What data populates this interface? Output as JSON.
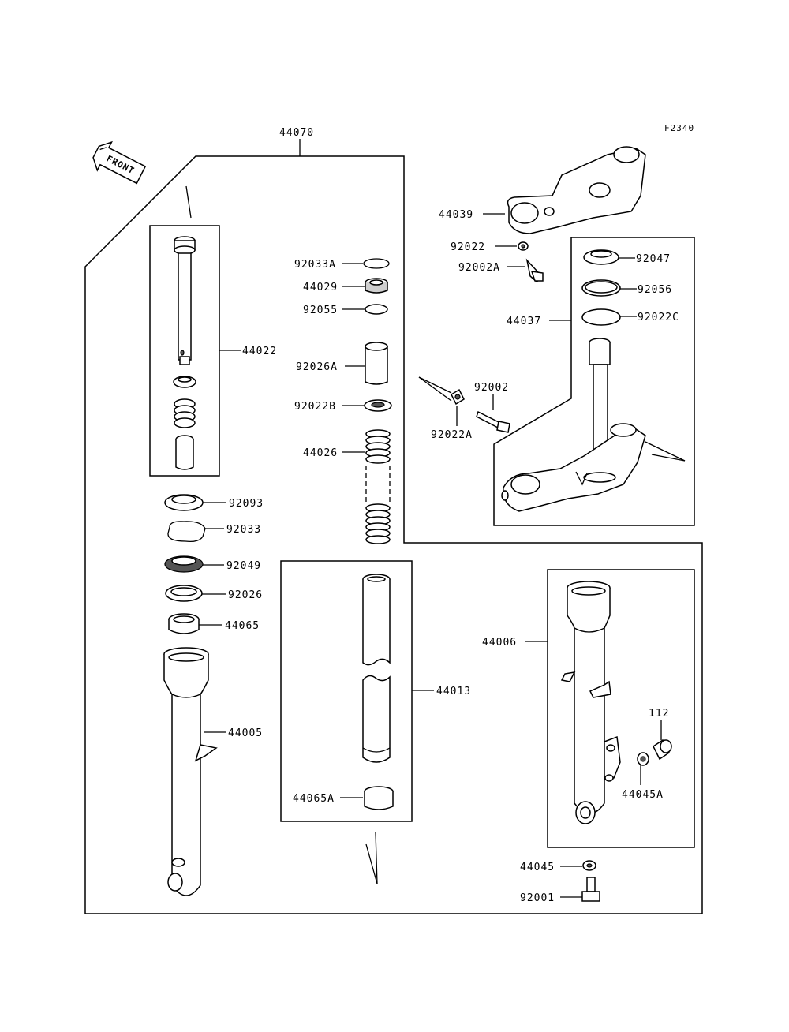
{
  "figure_code": "F2340",
  "front_arrow_label": "FRONT",
  "labels": {
    "p44070": "44070",
    "p44039": "44039",
    "p92022": "92022",
    "p92002A": "92002A",
    "p92047": "92047",
    "p92056": "92056",
    "p44037": "44037",
    "p92022C": "92022C",
    "p92002": "92002",
    "p92022A": "92022A",
    "p92033A": "92033A",
    "p44029": "44029",
    "p92055": "92055",
    "p92026A": "92026A",
    "p92022B": "92022B",
    "p44026": "44026",
    "p44022": "44022",
    "p92093": "92093",
    "p92033": "92033",
    "p92049": "92049",
    "p92026": "92026",
    "p44065": "44065",
    "p44005": "44005",
    "p44013": "44013",
    "p44065A": "44065A",
    "p44006": "44006",
    "p112": "112",
    "p44045A": "44045A",
    "p44045": "44045",
    "p92001": "92001"
  }
}
